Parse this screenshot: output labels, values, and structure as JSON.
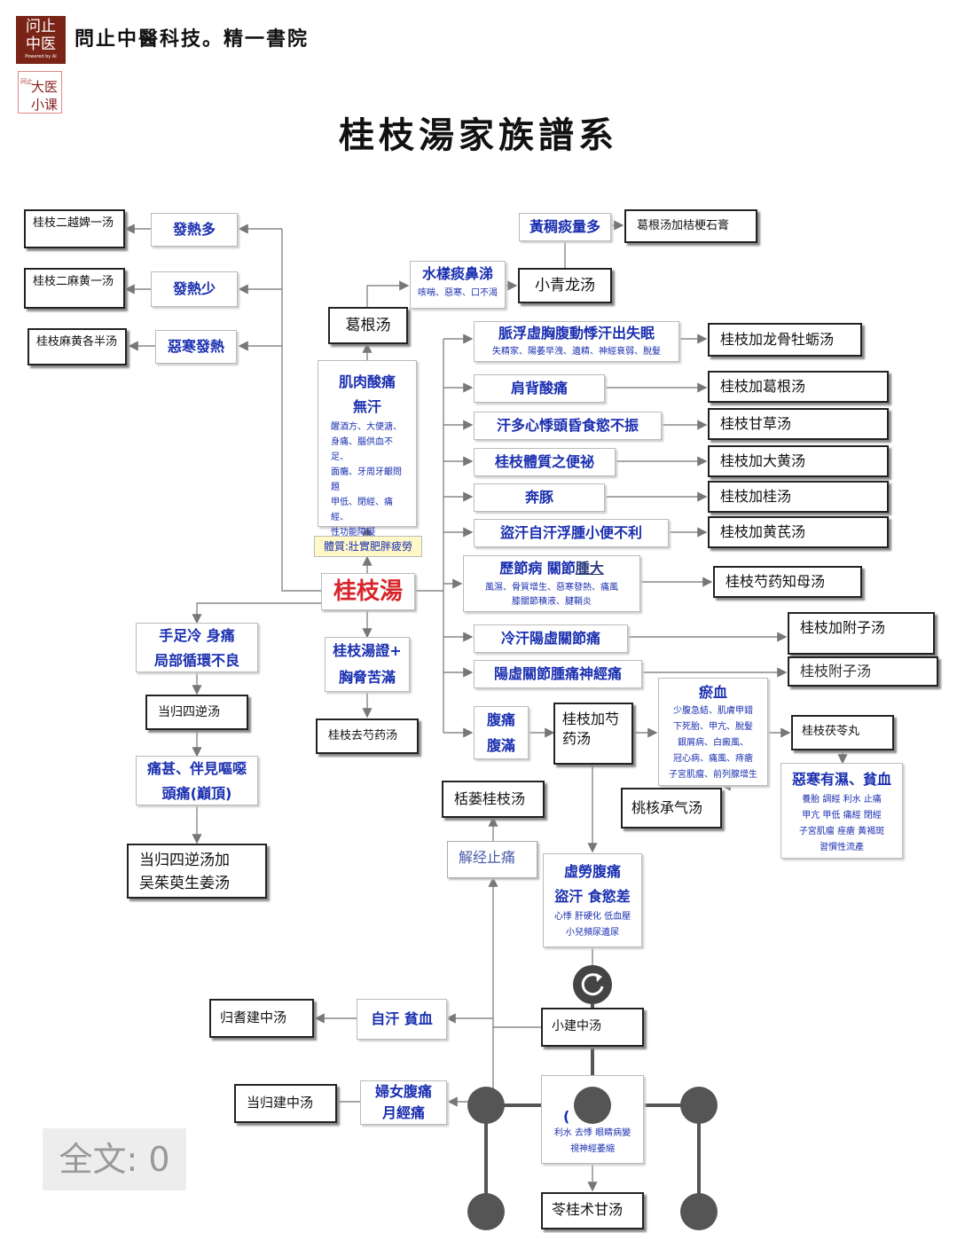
{
  "header": {
    "logo_line1": "问止",
    "logo_line2": "中医",
    "logo_sub": "Powered by AI",
    "title": "問止中醫科技。精一書院",
    "badge_small": "问止",
    "badge_line1": "大医",
    "badge_line2": "小课"
  },
  "main_title": "桂枝湯家族譜系",
  "center": {
    "name": "桂枝湯",
    "constitution": "體質:壯實肥胖疲勞"
  },
  "left": {
    "fever_more": "發熱多",
    "fever_more_formula": "桂枝二越婢一汤",
    "fever_less": "發熱少",
    "fever_less_formula": "桂枝二麻黄一汤",
    "aversion": "惡寒發熱",
    "aversion_formula": "桂枝麻黄各半汤",
    "cold_limbs_1": "手足冷 身痛",
    "cold_limbs_2": "局部循環不良",
    "danggui_sini": "当归四逆汤",
    "severe_1": "痛甚、伴見嘔噁",
    "severe_2": "頭痛(巔頂)",
    "danggui_sini_plus_1": "当归四逆汤加",
    "danggui_sini_plus_2": "吴茱萸生姜汤"
  },
  "upper": {
    "muscle_1": "肌肉酸痛",
    "muscle_2": "無汗",
    "muscle_detail": [
      "醒酒方、大便溏、",
      "身痛、腦供血不足、",
      "面癱、牙周牙齦問題",
      "甲低、閉經、痛經、",
      "性功能障礙"
    ],
    "gegen": "葛根汤",
    "water_1": "水樣痰鼻涕",
    "water_2": "咳喘、惡寒、口不渴",
    "xiaoqinglong": "小青龙汤",
    "phlegm": "黃稠痰量多",
    "gegen_jiejie": "葛根汤加桔梗石膏"
  },
  "right": {
    "pulse_1": "脈浮虛胸腹動悸汗出失眠",
    "pulse_2": "失精家、陽萎早洩、遺精、神經衰弱、脫髮",
    "pulse_formula": "桂枝加龙骨牡蛎汤",
    "shoulder": "肩背酸痛",
    "shoulder_formula": "桂枝加葛根汤",
    "sweat": "汗多心悸頭昏食慾不振",
    "sweat_formula": "桂枝甘草汤",
    "constipation": "桂枝體質之便祕",
    "constipation_formula": "桂枝加大黄汤",
    "bentun": "奔豚",
    "bentun_formula": "桂枝加桂汤",
    "edema": "盜汗自汗浮腫小便不利",
    "edema_formula": "桂枝加黄芪汤",
    "joint_1a": "歷節病 關節",
    "joint_1b": "腫大",
    "joint_2": "風濕、骨質增生、惡寒發熱、痛風",
    "joint_3": "膝關節積液、腱鞘炎",
    "joint_formula": "桂枝芍药知母汤",
    "cold_sweat": "冷汗陽虛關節痛",
    "cold_sweat_formula": "桂枝加附子汤",
    "yangxu": "陽虛關節腫痛神經痛",
    "yangxu_formula": "桂枝附子汤"
  },
  "lower": {
    "chest_1": "桂枝湯證+",
    "chest_2": "胸脅苦滿",
    "qushaoyao": "桂枝去芍药汤",
    "abd_1": "腹痛",
    "abd_2": "腹滿",
    "jiashao_1": "桂枝加芍",
    "jiashao_2": "药汤",
    "stasis_title": "瘀血",
    "stasis_detail": [
      "少腹急結、肌膚甲錯",
      "下死胎、甲亢、脫髮",
      "銀屑病、白癜風、",
      "冠心病、痛風、痔瘡",
      "子宮肌瘤、前列腺增生"
    ],
    "fuling": "桂枝茯苓丸",
    "aversion_damp_title": "惡寒有濕、貧血",
    "aversion_damp_detail": [
      "養胎 調經 利水 止痛",
      "甲亢 甲低 痛經 閉經",
      "子宮肌瘤 痤瘡 黃褐斑",
      "習慣性流產"
    ],
    "taohe": "桃核承气汤",
    "gualou": "栝蒌桂枝汤",
    "jiejing": "解经止痛",
    "fatigue_1": "虛勞腹痛",
    "fatigue_2": "盜汗 食慾差",
    "fatigue_3": "心悸 肝硬化 低血壓",
    "fatigue_4": "小兒頻尿遺尿",
    "xiaojianzhong": "小建中汤",
    "selfsweat": "自汗  貧血",
    "guiqi": "归耆建中汤",
    "women_1": "婦女腹痛",
    "women_2": "月經痛",
    "danggui_jz": "当归建中汤",
    "water_box_1": "(",
    "water_box_2": "利水 去悸 眼睛病變",
    "water_box_3": "視神經萎縮",
    "linggui": "苓桂术甘汤"
  },
  "overlay": {
    "fulltext": "全文: 0"
  },
  "colors": {
    "accent_red": "#d6262b",
    "accent_blue": "#1a2fb0",
    "logo_bg": "#7a2418"
  }
}
